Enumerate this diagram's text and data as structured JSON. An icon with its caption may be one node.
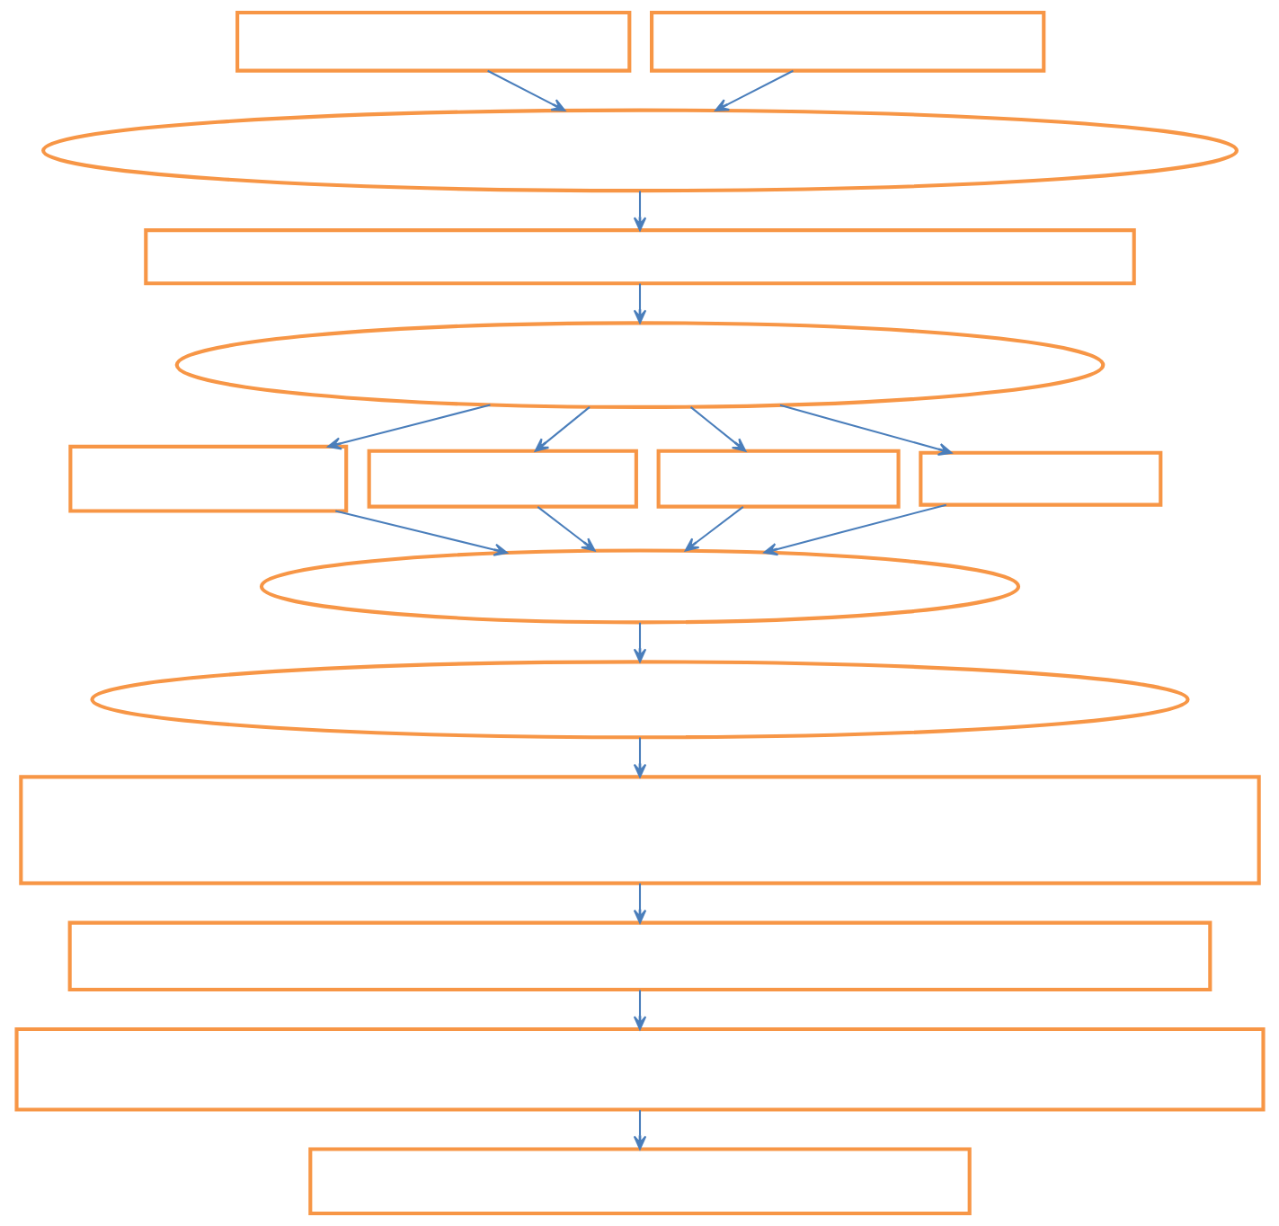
{
  "diagram": {
    "nodes": [
      {
        "text": [],
        "shape": "box"
      },
      {
        "text": [],
        "shape": "box"
      },
      {
        "text": [],
        "shape": "ellipse"
      },
      {
        "text": [],
        "shape": "box"
      },
      {
        "text": [],
        "shape": "ellipse"
      },
      {
        "text": [],
        "shape": "box"
      },
      {
        "text": [],
        "shape": "box"
      },
      {
        "text": [],
        "shape": "box"
      },
      {
        "text": [],
        "shape": "box"
      },
      {
        "text": [],
        "shape": "ellipse"
      },
      {
        "text": [],
        "shape": "ellipse"
      },
      {
        "text": [],
        "shape": "box"
      },
      {
        "text": [],
        "shape": "box"
      },
      {
        "text": [],
        "shape": "box"
      },
      {
        "text": [],
        "shape": "box"
      }
    ],
    "edges": [
      {
        "from": 0,
        "to": 2,
        "arrow": "to"
      },
      {
        "from": 1,
        "to": 2,
        "arrow": "to"
      },
      {
        "from": 2,
        "to": 3,
        "arrow": "to"
      },
      {
        "from": 3,
        "to": 4,
        "arrow": "to"
      },
      {
        "from": 4,
        "to": 5,
        "arrow": "to"
      },
      {
        "from": 4,
        "to": 6,
        "arrow": "to"
      },
      {
        "from": 4,
        "to": 7,
        "arrow": "to"
      },
      {
        "from": 4,
        "to": 8,
        "arrow": "to"
      },
      {
        "from": 5,
        "to": 9,
        "arrow": "to"
      },
      {
        "from": 6,
        "to": 9,
        "arrow": "to"
      },
      {
        "from": 7,
        "to": 9,
        "arrow": "to"
      },
      {
        "from": 8,
        "to": 9,
        "arrow": "to"
      },
      {
        "from": 9,
        "to": 10,
        "arrow": "to"
      },
      {
        "from": 10,
        "to": 11,
        "arrow": "to"
      },
      {
        "from": 11,
        "to": 12,
        "arrow": "to"
      },
      {
        "from": 12,
        "to": 13,
        "arrow": "to"
      },
      {
        "from": 13,
        "to": 14,
        "arrow": "to"
      }
    ]
  }
}
